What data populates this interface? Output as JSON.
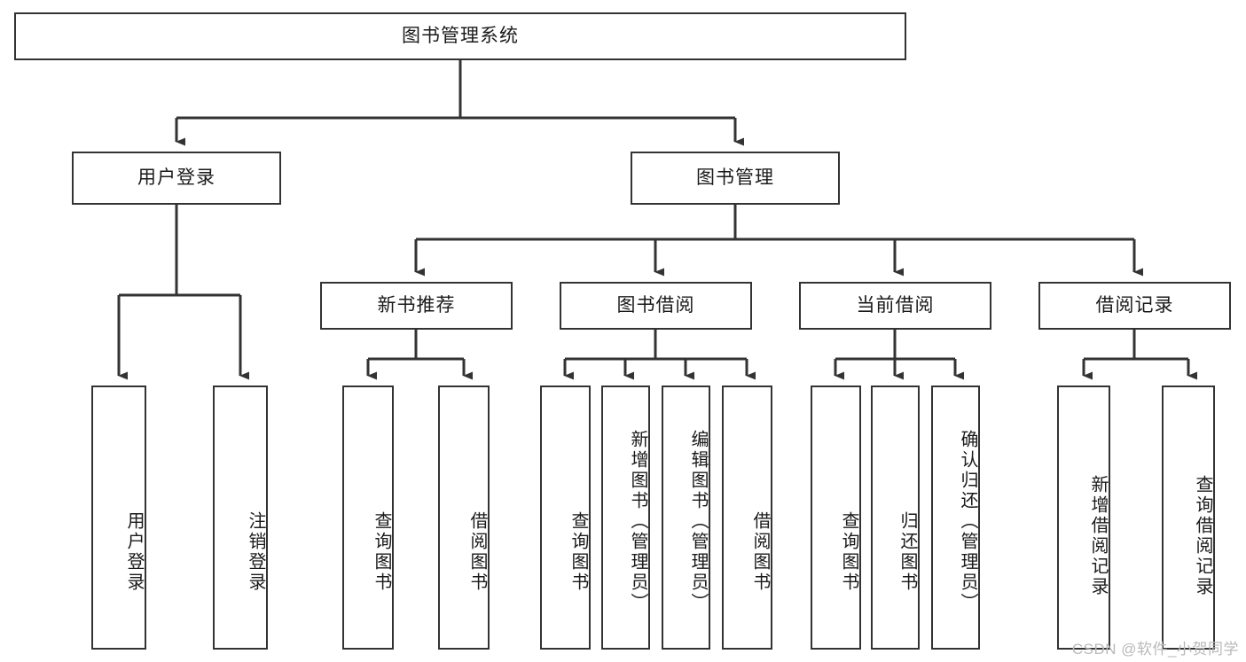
{
  "diagram": {
    "type": "tree-hierarchy",
    "title": "图书管理系统",
    "orientation": "top-down",
    "colors": {
      "box_border": "#333333",
      "box_fill": "#ffffff",
      "text": "#1a1a1a",
      "edge": "#333333",
      "watermark": "#b9b9b9",
      "page_background": "#ffffff"
    },
    "nodes": {
      "root": {
        "label": "图书管理系统",
        "level": 0,
        "orientation": "horizontal"
      },
      "l1": [
        {
          "id": "user_login",
          "label": "用户登录",
          "orientation": "horizontal"
        },
        {
          "id": "book_manage",
          "label": "图书管理",
          "orientation": "horizontal"
        }
      ],
      "l2": [
        {
          "id": "new_book_rec",
          "label": "新书推荐",
          "orientation": "horizontal",
          "parent": "book_manage"
        },
        {
          "id": "book_borrow",
          "label": "图书借阅",
          "orientation": "horizontal",
          "parent": "book_manage"
        },
        {
          "id": "current_borrow",
          "label": "当前借阅",
          "orientation": "horizontal",
          "parent": "book_manage"
        },
        {
          "id": "borrow_record",
          "label": "借阅记录",
          "orientation": "horizontal",
          "parent": "book_manage"
        }
      ],
      "leaves": [
        {
          "id": "leaf_user_login",
          "label": "用户登录",
          "parent": "user_login",
          "orientation": "vertical"
        },
        {
          "id": "leaf_user_logout",
          "label": "注销登录",
          "parent": "user_login",
          "orientation": "vertical"
        },
        {
          "id": "leaf_query_book_1",
          "label": "查询图书",
          "parent": "new_book_rec",
          "orientation": "vertical"
        },
        {
          "id": "leaf_borrow_book_1",
          "label": "借阅图书",
          "parent": "new_book_rec",
          "orientation": "vertical"
        },
        {
          "id": "leaf_query_book_2",
          "label": "查询图书",
          "parent": "book_borrow",
          "orientation": "vertical"
        },
        {
          "id": "leaf_add_book",
          "label": "新增图书（管理员）",
          "parent": "book_borrow",
          "orientation": "vertical"
        },
        {
          "id": "leaf_edit_book",
          "label": "编辑图书（管理员）",
          "parent": "book_borrow",
          "orientation": "vertical"
        },
        {
          "id": "leaf_borrow_book_2",
          "label": "借阅图书",
          "parent": "book_borrow",
          "orientation": "vertical"
        },
        {
          "id": "leaf_query_book_3",
          "label": "查询图书",
          "parent": "current_borrow",
          "orientation": "vertical"
        },
        {
          "id": "leaf_return_book",
          "label": "归还图书",
          "parent": "current_borrow",
          "orientation": "vertical"
        },
        {
          "id": "leaf_confirm_return",
          "label": "确认归还（管理员）",
          "parent": "current_borrow",
          "orientation": "vertical"
        },
        {
          "id": "leaf_add_record",
          "label": "新增借阅记录",
          "parent": "borrow_record",
          "orientation": "vertical"
        },
        {
          "id": "leaf_query_record",
          "label": "查询借阅记录",
          "parent": "borrow_record",
          "orientation": "vertical"
        }
      ]
    },
    "watermark": "CSDN @软件_小贺同学"
  }
}
